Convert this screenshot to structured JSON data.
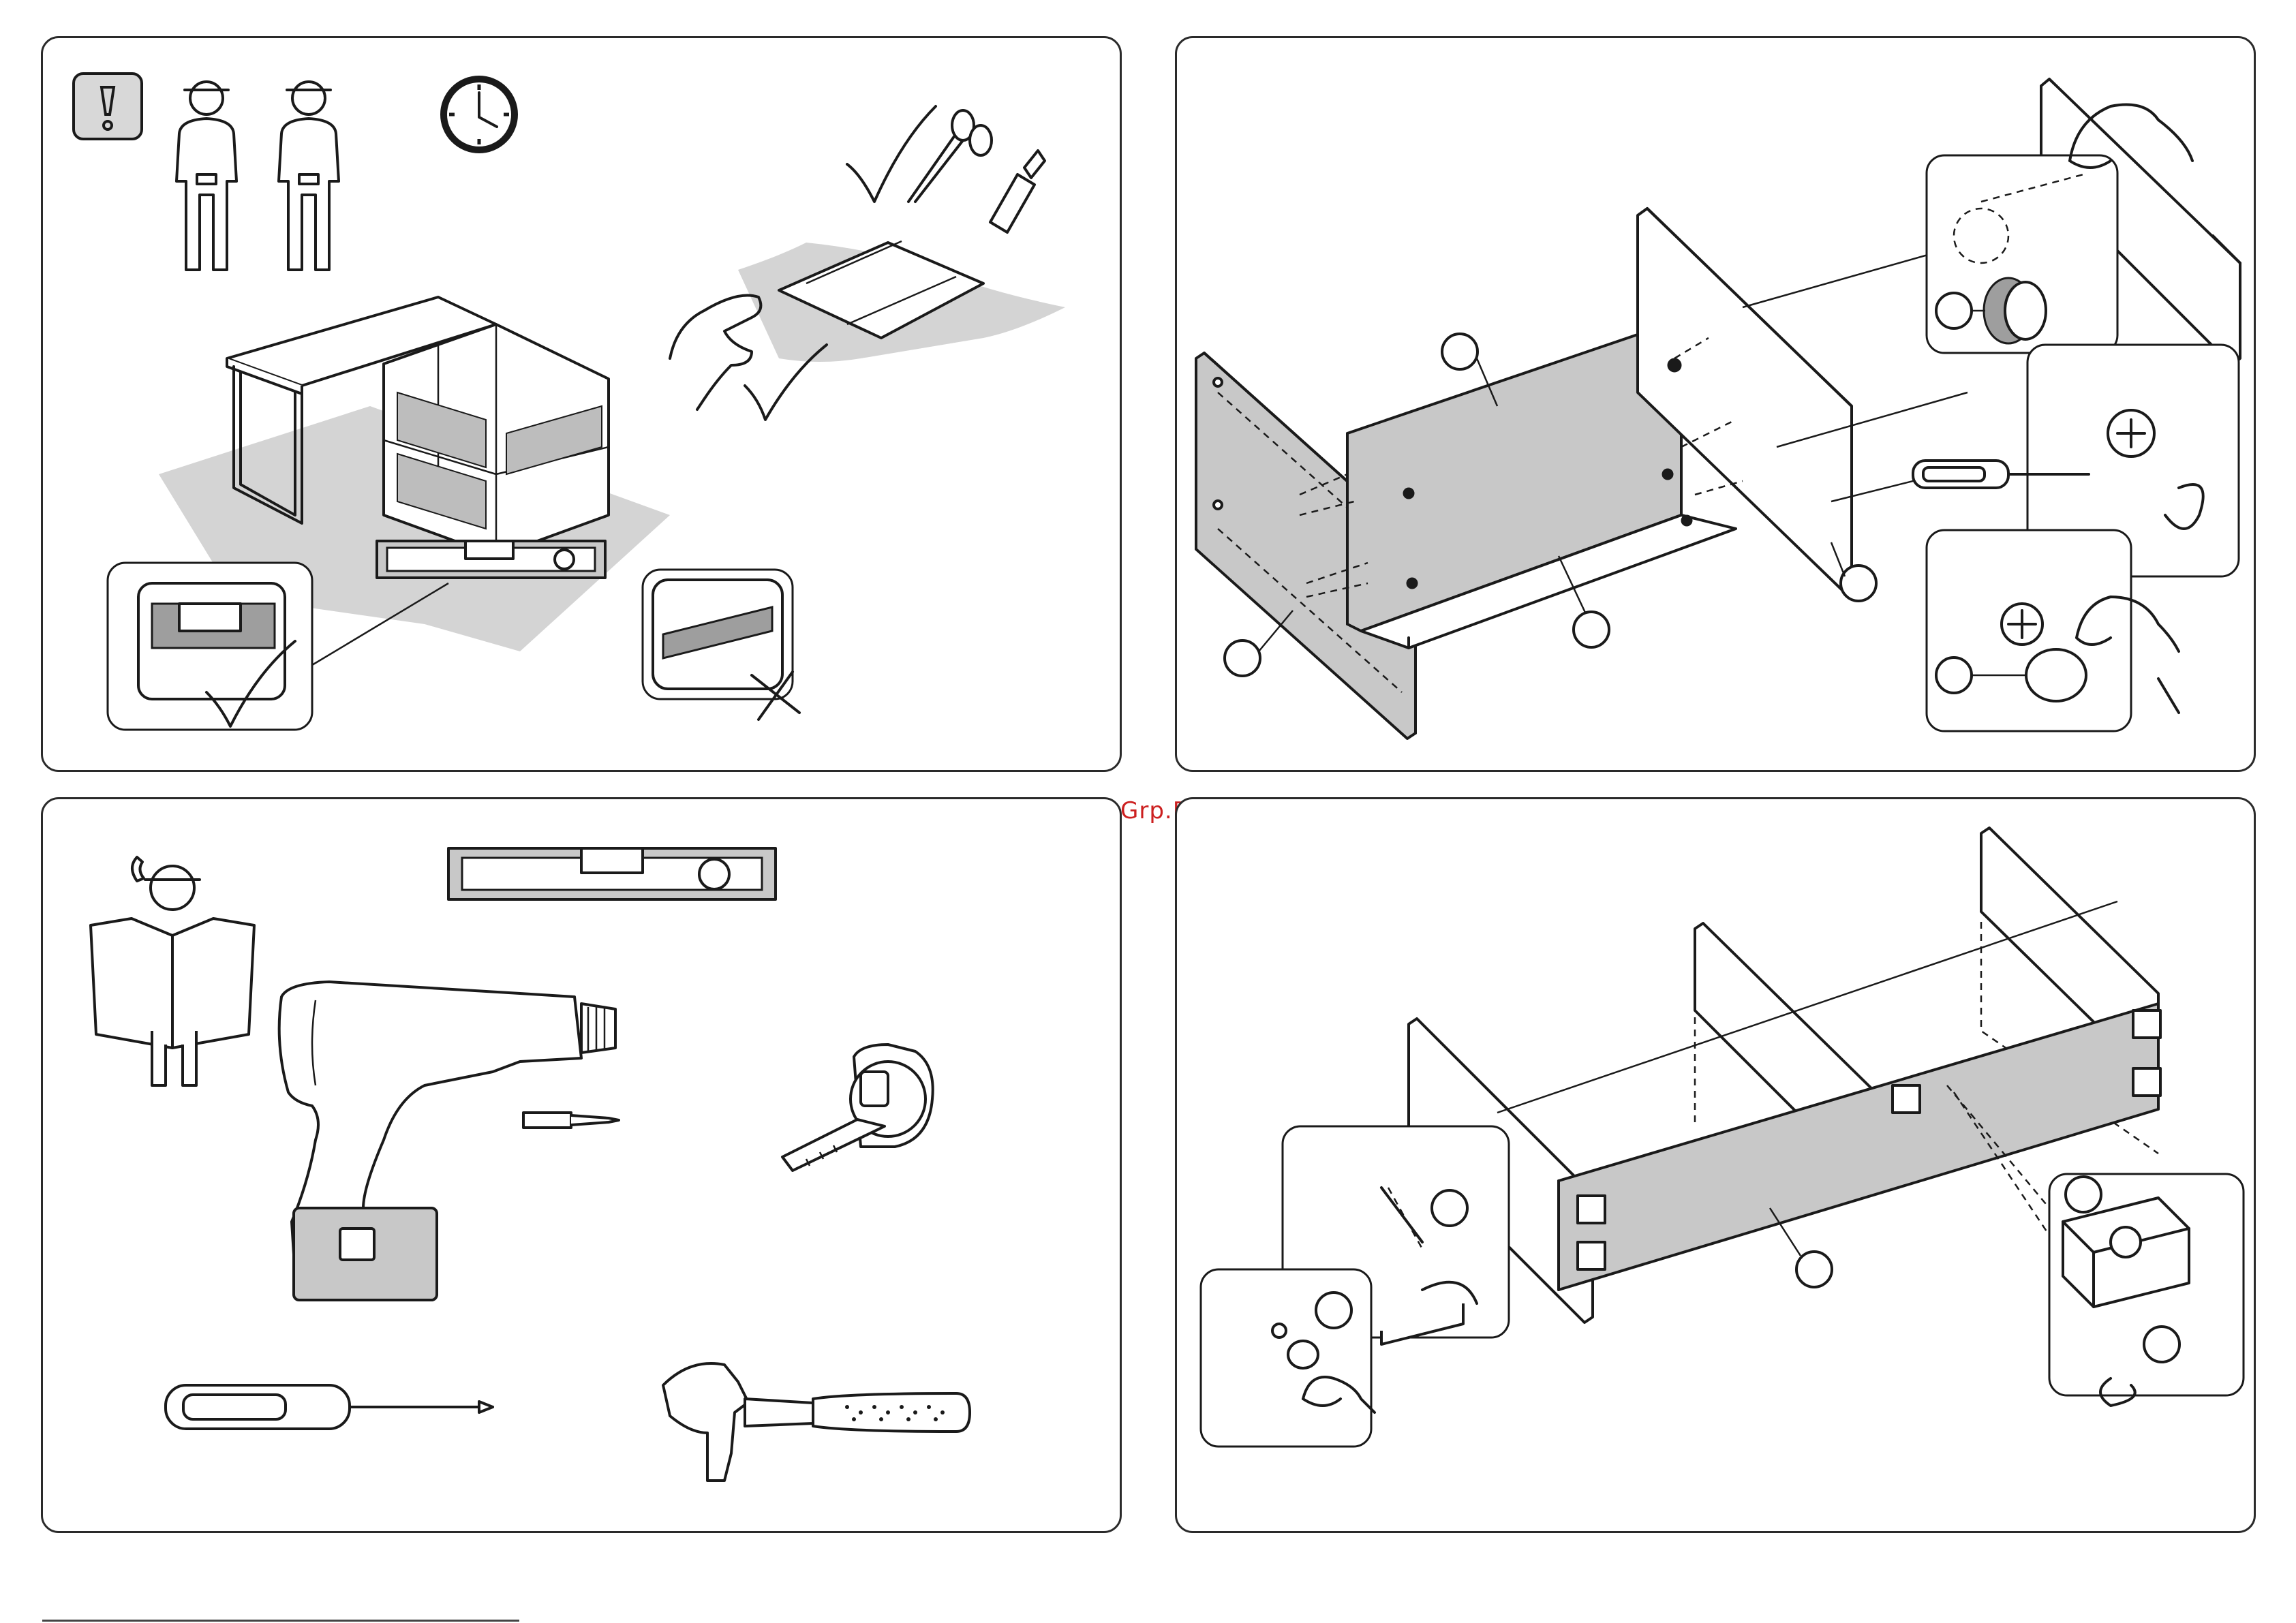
{
  "watermark": {
    "text": "McGrp.Ru",
    "color": "#cc2020"
  },
  "panels": [
    {
      "id": "preparation",
      "content": "workspace-preparation"
    },
    {
      "id": "assembly-step-1",
      "content": "side-panels-and-shelves"
    },
    {
      "id": "tools",
      "content": "required-tools"
    },
    {
      "id": "assembly-step-2",
      "content": "back-panel-and-feet"
    }
  ],
  "icons": [
    "warning-icon",
    "worker-icon",
    "clock-icon",
    "checkmark-icon",
    "cross-icon",
    "scissors-icon",
    "utility-knife-icon",
    "spirit-level-icon",
    "drill-icon",
    "drill-bit-icon",
    "tape-measure-icon",
    "screwdriver-icon",
    "hammer-icon",
    "hand-icon",
    "cam-lock-icon",
    "hex-key-icon",
    "phone-icon",
    "instructions-icon"
  ],
  "colors": {
    "line": "#1a1a1a",
    "panel_fill": "#c8c8c8",
    "floor_mat": "#d4d4d4",
    "background": "#ffffff"
  }
}
